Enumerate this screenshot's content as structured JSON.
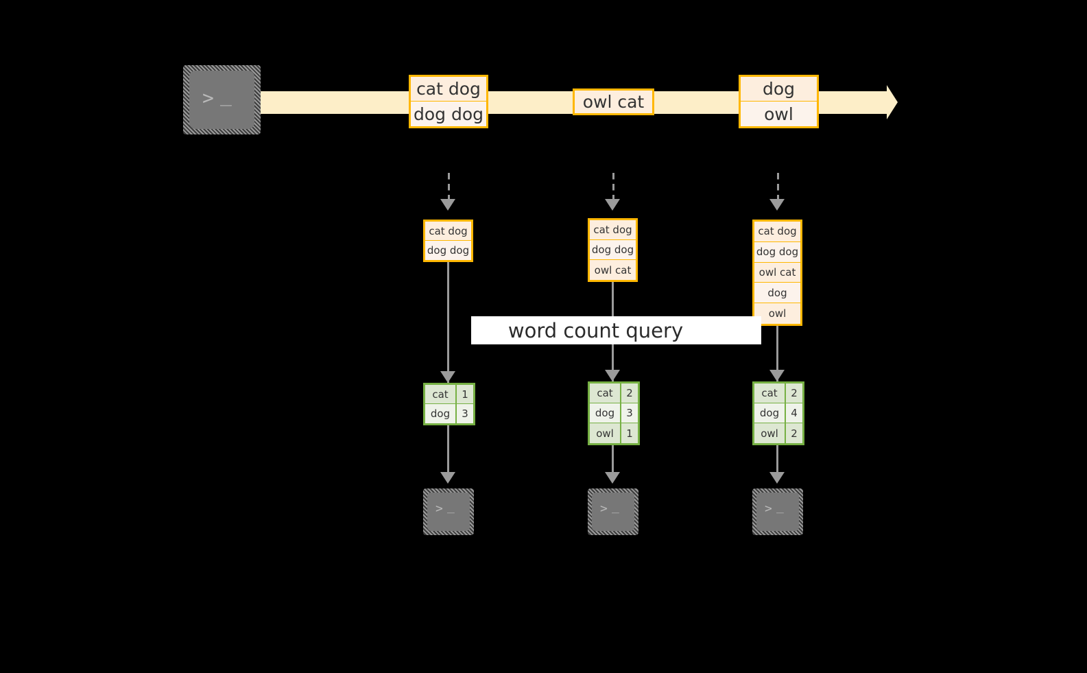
{
  "diagram": {
    "title": "",
    "colors": {
      "background": "#000000",
      "stream_band": "#fdeec8",
      "record_border": "#ffb700",
      "record_fill_dark": "#fdeede",
      "record_fill_light": "#fcf3ec",
      "result_border": "#76b043",
      "result_fill_dark": "#dde7d2",
      "result_fill_light": "#eff3ea",
      "connector": "#9b9b9b",
      "banner_fill": "#ffffff",
      "terminal_fill": "#777777"
    },
    "source": {
      "icon": "terminal-icon",
      "glyph_prompt": ">",
      "glyph_cursor": "_"
    },
    "stream": {
      "groups": [
        {
          "lines": [
            "cat dog",
            "dog dog"
          ]
        },
        {
          "lines": [
            "owl cat"
          ]
        },
        {
          "lines": [
            "dog",
            "owl"
          ]
        }
      ]
    },
    "snapshots": [
      {
        "lines": [
          "cat dog",
          "dog dog"
        ]
      },
      {
        "lines": [
          "cat dog",
          "dog dog",
          "owl cat"
        ]
      },
      {
        "lines": [
          "cat dog",
          "dog dog",
          "owl cat",
          "dog",
          "owl"
        ]
      }
    ],
    "query": {
      "label": "word count query"
    },
    "results": [
      {
        "rows": [
          {
            "word": "cat",
            "count": "1"
          },
          {
            "word": "dog",
            "count": "3"
          }
        ]
      },
      {
        "rows": [
          {
            "word": "cat",
            "count": "2"
          },
          {
            "word": "dog",
            "count": "3"
          },
          {
            "word": "owl",
            "count": "1"
          }
        ]
      },
      {
        "rows": [
          {
            "word": "cat",
            "count": "2"
          },
          {
            "word": "dog",
            "count": "4"
          },
          {
            "word": "owl",
            "count": "2"
          }
        ]
      }
    ],
    "sinks": [
      {
        "icon": "terminal-icon",
        "glyph_prompt": ">",
        "glyph_cursor": "_"
      },
      {
        "icon": "terminal-icon",
        "glyph_prompt": ">",
        "glyph_cursor": "_"
      },
      {
        "icon": "terminal-icon",
        "glyph_prompt": ">",
        "glyph_cursor": "_"
      }
    ]
  }
}
